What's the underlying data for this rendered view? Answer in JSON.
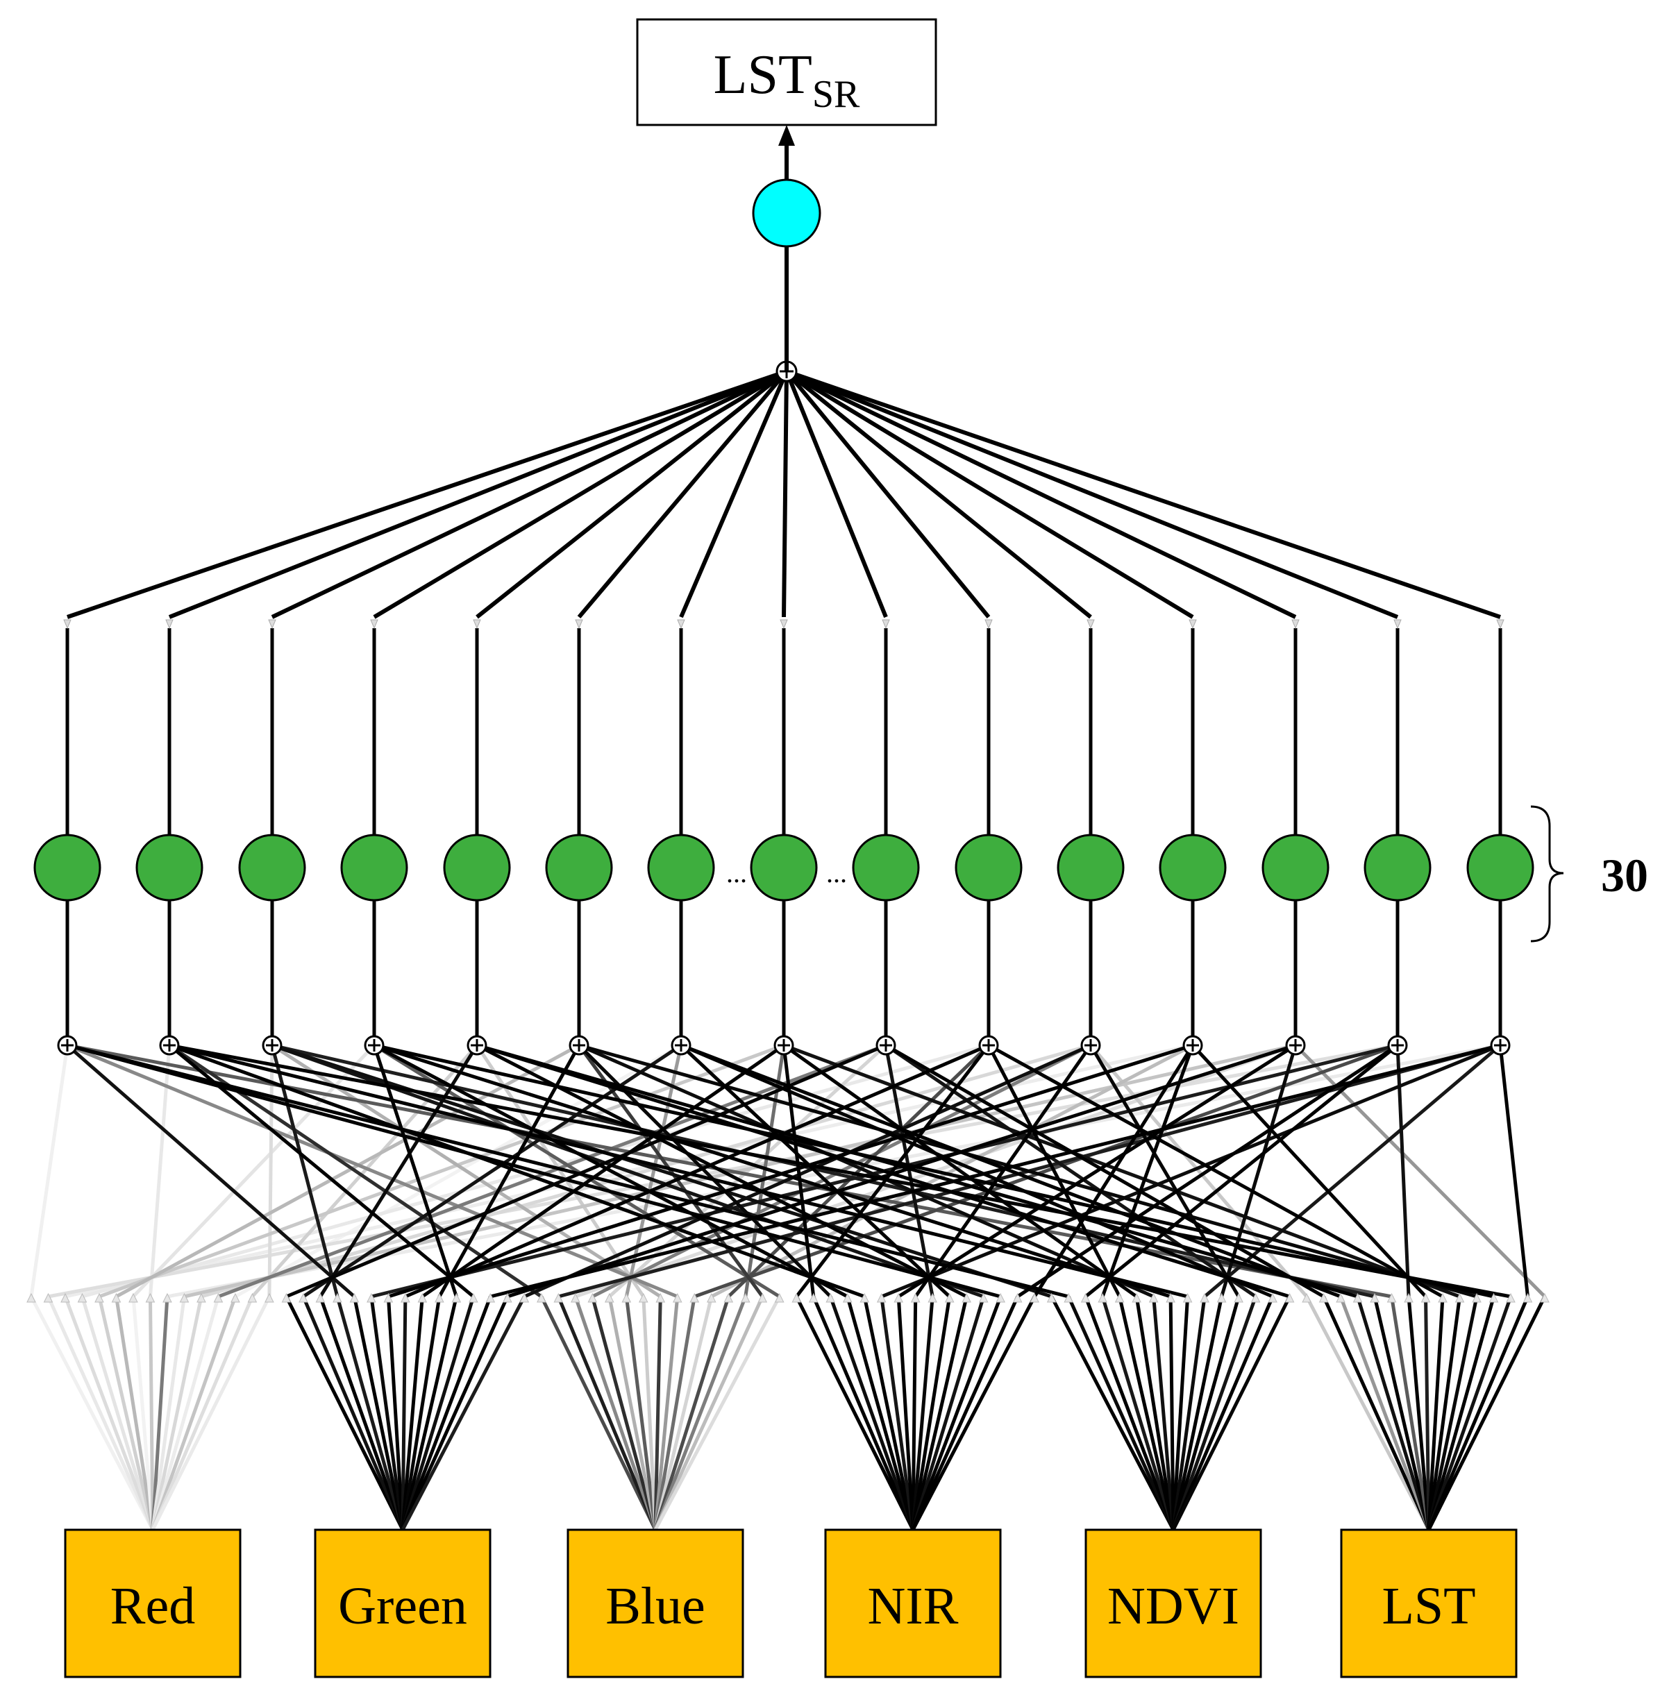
{
  "output": {
    "label": "LST",
    "subscript": "SR",
    "neuron_color": "#00FFFF"
  },
  "hidden_layer": {
    "count_label": "30",
    "neuron_color": "#3EAE3E",
    "ellipsis": "..."
  },
  "inputs": {
    "box_color": "#FFC000",
    "items": [
      {
        "label": "Red",
        "shades": [
          "#f0f0f0",
          "#e8e8e8",
          "#dcdcdc",
          "#e4e4e4",
          "#d0d0d0",
          "#b8b8b8",
          "#f2f2f2",
          "#c8c8c8",
          "#7a7a7a",
          "#e8e8e8",
          "#d8d8d8",
          "#ececec",
          "#c4c4c4",
          "#dedede",
          "#eaeaea"
        ]
      },
      {
        "label": "Green",
        "shades": [
          "#000000",
          "#111111",
          "#000000",
          "#1a1a1a",
          "#000000",
          "#0a0a0a",
          "#000000",
          "#141414",
          "#000000",
          "#050505",
          "#000000",
          "#0f0f0f",
          "#000000",
          "#000000",
          "#1c1c1c"
        ]
      },
      {
        "label": "Blue",
        "shades": [
          "#4a4a4a",
          "#1e1e1e",
          "#888888",
          "#2e2e2e",
          "#b0b0b0",
          "#5c5c5c",
          "#cccccc",
          "#3a3a3a",
          "#9a9a9a",
          "#6e6e6e",
          "#d4d4d4",
          "#4c4c4c",
          "#7e7e7e",
          "#bcbcbc",
          "#dcdcdc"
        ]
      },
      {
        "label": "NIR",
        "shades": [
          "#000000",
          "#000000",
          "#0c0c0c",
          "#000000",
          "#000000",
          "#151515",
          "#000000",
          "#000000",
          "#080808",
          "#000000",
          "#000000",
          "#121212",
          "#000000",
          "#000000",
          "#000000"
        ]
      },
      {
        "label": "NDVI",
        "shades": [
          "#000000",
          "#0a0a0a",
          "#000000",
          "#181818",
          "#000000",
          "#000000",
          "#101010",
          "#000000",
          "#000000",
          "#0c0c0c",
          "#000000",
          "#000000",
          "#141414",
          "#000000",
          "#060606"
        ]
      },
      {
        "label": "LST",
        "shades": [
          "#c8c8c8",
          "#000000",
          "#969696",
          "#101010",
          "#000000",
          "#5a5a5a",
          "#000000",
          "#1e1e1e",
          "#000000",
          "#000000",
          "#080808",
          "#000000",
          "#121212",
          "#000000",
          "#000000"
        ]
      }
    ]
  }
}
